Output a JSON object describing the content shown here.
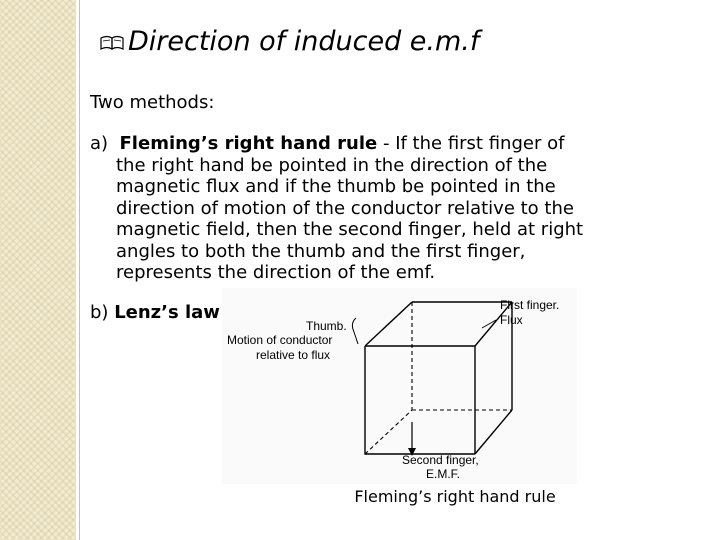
{
  "slide": {
    "title": "Direction of induced e.m.f",
    "title_bullet_icon": "book-bullet-icon",
    "intro": "Two methods:",
    "item_a": {
      "marker": "a)",
      "term": "Fleming’s right hand rule",
      "lines": [
        " - If the first finger of",
        "the right hand be pointed in the direction of the",
        "magnetic flux and if the thumb be pointed in the",
        "direction of motion of the conductor relative to the",
        "magnetic field, then the second finger, held at right",
        "angles to both the thumb and the first finger,",
        "represents the direction of the emf."
      ]
    },
    "item_b": {
      "marker": "b)",
      "term": "Lenz’s law"
    },
    "figure": {
      "labels": {
        "thumb": "Thumb.",
        "motion_line1": "Motion of conductor",
        "motion_line2": "relative to flux",
        "first_finger_line1": "First finger.",
        "first_finger_line2": "Flux",
        "second_finger_line1": "Second finger,",
        "second_finger_line2": "E.M.F."
      }
    },
    "caption": "Fleming’s right hand rule"
  }
}
